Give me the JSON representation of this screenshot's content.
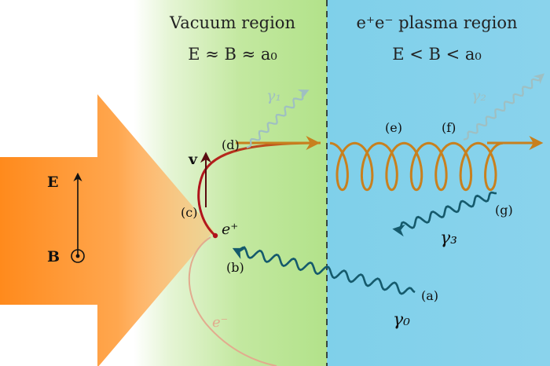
{
  "regions": {
    "vacuum": {
      "title": "Vacuum region",
      "condition": "E ≈ B ≈ a₀",
      "color": "#b9e48f"
    },
    "plasma": {
      "title": "e⁺e⁻ plasma region",
      "condition": "E < B < a₀",
      "color": "#79cdea"
    }
  },
  "laser": {
    "color": "#ff8a1c",
    "field_labels": {
      "electric": "E",
      "magnetic": "B"
    }
  },
  "particles": {
    "positron": "e⁺",
    "electron": "e⁻",
    "velocity": "v"
  },
  "photons": {
    "gamma0": "γ₀",
    "gamma1": "γ₁",
    "gamma2": "γ₂",
    "gamma3": "γ₃"
  },
  "stage_labels": {
    "a": "(a)",
    "b": "(b)",
    "c": "(c)",
    "d": "(d)",
    "e": "(e)",
    "f": "(f)",
    "g": "(g)"
  },
  "colors": {
    "positron_track": "#b0121c",
    "orbit": "#c8801e",
    "photon_dark": "#155a6c",
    "photon_faint": "#8fb4b8",
    "electron_track": "#e0a98c"
  }
}
